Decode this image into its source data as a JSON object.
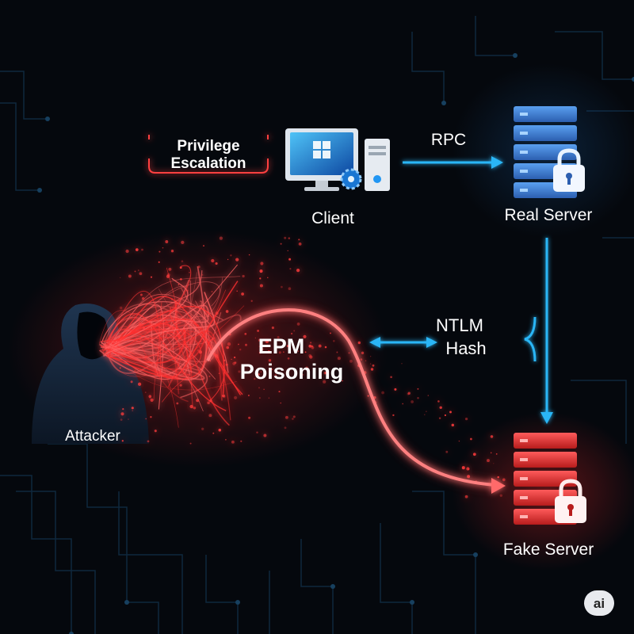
{
  "labels": {
    "privilege_line1": "Privilege",
    "privilege_line2": "Escalation",
    "client": "Client",
    "rpc": "RPC",
    "real_server": "Real Server",
    "ntlm_line1": "NTLM",
    "ntlm_line2": "Hash",
    "epm_line1": "EPM",
    "epm_line2": "Poisoning",
    "attacker": "Attacker",
    "fake_server": "Fake Server",
    "badge": "ai"
  },
  "colors": {
    "background": "#05080d",
    "blue_accent": "#29b6f6",
    "red_accent": "#ff3b3b",
    "real_server": "#3d7fd6",
    "fake_server": "#e53935"
  },
  "icons": {
    "client": "desktop-computer-icon",
    "real_server": "server-lock-icon",
    "fake_server": "server-lock-icon",
    "attacker": "hooded-figure-icon"
  }
}
